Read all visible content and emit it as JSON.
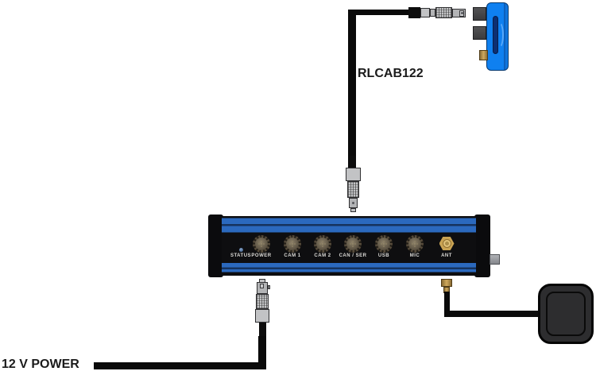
{
  "labels": {
    "cable": "RLCAB122",
    "power": "12 V POWER"
  },
  "recorder": {
    "ports": [
      {
        "label": "STATUS",
        "type": "led"
      },
      {
        "label": "POWER",
        "type": "circular"
      },
      {
        "label": "CAM 1",
        "type": "circular"
      },
      {
        "label": "CAM 2",
        "type": "circular"
      },
      {
        "label": "CAN / SER",
        "type": "circular"
      },
      {
        "label": "USB",
        "type": "circular"
      },
      {
        "label": "MIC",
        "type": "circular"
      },
      {
        "label": "ANT",
        "type": "sma"
      }
    ]
  },
  "colors": {
    "box_blue": "#2b69be",
    "box_navy_stripe": "#16335e",
    "device_blue": "#0f80f0",
    "brass": "#c9a353",
    "cable_black": "#0a0a0a",
    "gps_body": "#2d2d2f",
    "panel_text": "#dddcd8"
  }
}
